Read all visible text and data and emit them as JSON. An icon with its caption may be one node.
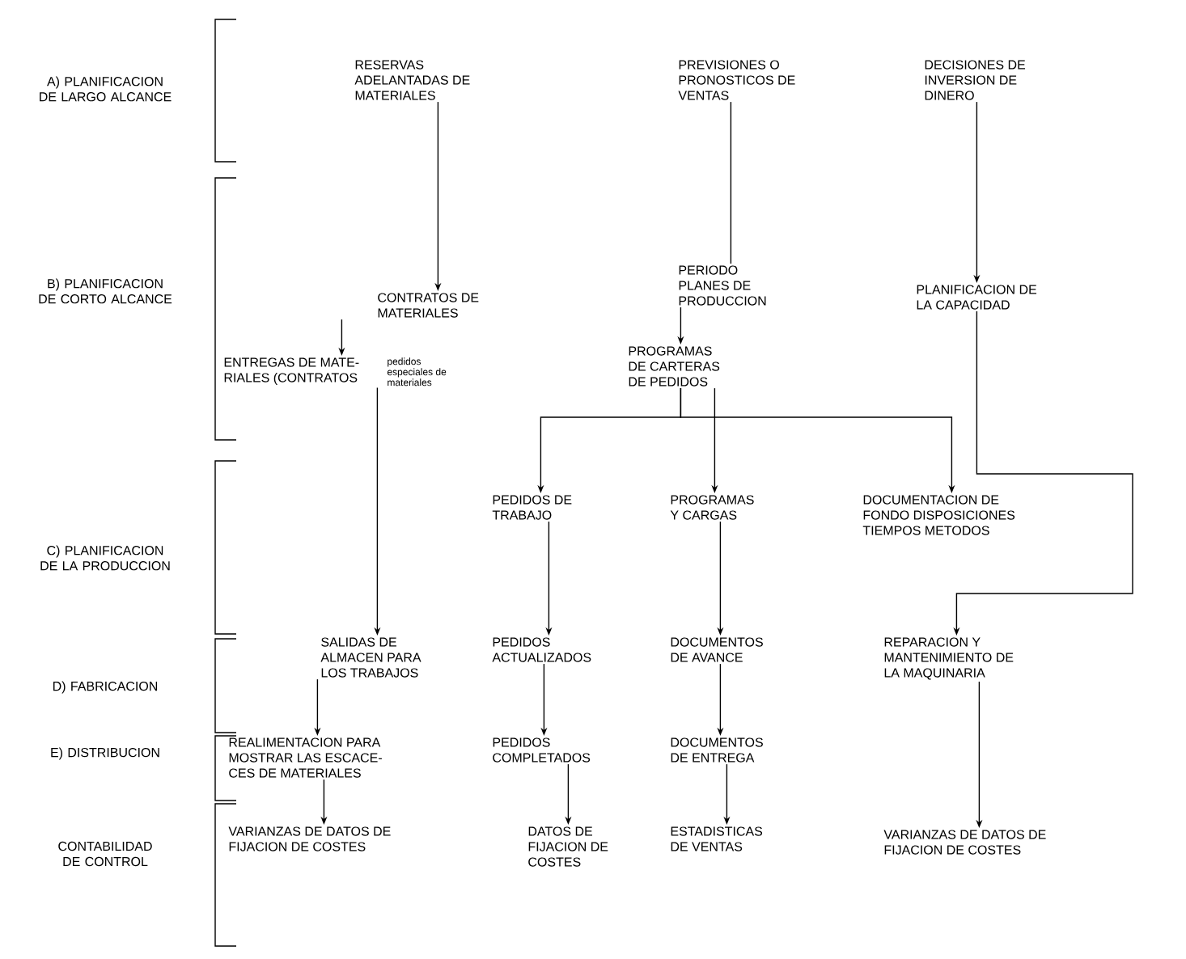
{
  "diagram": {
    "nodes": [
      {
        "text": [
          "RESERVAS ADELANTADAS DE MATERIALES"
        ]
      },
      {
        "text": [
          "PREVISIONES O PRONOSTICOS DE VENTAS"
        ]
      },
      {
        "text": [
          "DECISIONES DE INVERSION DE DINERO"
        ]
      },
      {
        "text": [
          "CONTRATOS DE MATERIALES"
        ]
      },
      {
        "text": [
          "PERIODO PLANES DE PRODUCCION"
        ]
      },
      {
        "text": [
          "PLANIFICACION DE LA CAPACIDAD"
        ]
      },
      {
        "text": [
          "ENTREGAS DE MATE- RIALES (CONTRATOS",
          "pedidos especiales de materiales"
        ]
      },
      {
        "text": [
          "PROGRAMAS DE CARTERAS DE PEDIDOS"
        ]
      },
      {
        "text": [
          "PEDIDOS DE TRABAJO"
        ]
      },
      {
        "text": [
          "PROGRAMAS Y CARGAS"
        ]
      },
      {
        "text": [
          "DOCUMENTACION DE FONDO DISPOSICIONES TIEMPOS METODOS"
        ]
      },
      {
        "text": [
          "SALIDAS DE ALMACEN PARA LOS TRABAJOS"
        ]
      },
      {
        "text": [
          "PEDIDOS ACTUALIZADOS"
        ]
      },
      {
        "text": [
          "DOCUMENTOS DE AVANCE"
        ]
      },
      {
        "text": [
          "REPARACION Y MANTENIMIENTO DE LA MAQUINARIA"
        ]
      },
      {
        "text": [
          "REALIMENTACION PARA MOSTRAR LAS ESCACE- CES DE MATERIALES"
        ]
      },
      {
        "text": [
          "PEDIDOS COMPLETADOS"
        ]
      },
      {
        "text": [
          "DOCUMENTOS DE ENTREGA"
        ]
      },
      {
        "text": [
          "VARIANZAS DE DATOS DE FIJACION DE COSTES"
        ]
      },
      {
        "text": [
          "DATOS DE FIJACION DE COSTES"
        ]
      },
      {
        "text": [
          "ESTADISTICAS DE VENTAS"
        ]
      },
      {
        "text": [
          "VARIANZAS DE DATOS DE FIJACION DE COSTES"
        ]
      }
    ],
    "edges": [
      {
        "from": 0,
        "to": 3,
        "arrow": "to"
      },
      {
        "from": 1,
        "to": 4,
        "arrow": "none"
      },
      {
        "from": 2,
        "to": 5,
        "arrow": "to"
      },
      {
        "from": 3,
        "to": 6,
        "arrow": "to"
      },
      {
        "from": 4,
        "to": 7,
        "arrow": "to"
      },
      {
        "from": 6,
        "to": 11,
        "arrow": "to"
      },
      {
        "from": 7,
        "to": 8,
        "arrow": "to"
      },
      {
        "from": 7,
        "to": 9,
        "arrow": "to"
      },
      {
        "from": 7,
        "to": 10,
        "arrow": "to"
      },
      {
        "from": 5,
        "to": 14,
        "arrow": "to"
      },
      {
        "from": 8,
        "to": 12,
        "arrow": "to"
      },
      {
        "from": 9,
        "to": 13,
        "arrow": "to"
      },
      {
        "from": 11,
        "to": 15,
        "arrow": "to"
      },
      {
        "from": 12,
        "to": 16,
        "arrow": "to"
      },
      {
        "from": 13,
        "to": 17,
        "arrow": "to"
      },
      {
        "from": 15,
        "to": 18,
        "arrow": "to"
      },
      {
        "from": 16,
        "to": 19,
        "arrow": "to"
      },
      {
        "from": 17,
        "to": 20,
        "arrow": "to"
      },
      {
        "from": 14,
        "to": 21,
        "arrow": "to"
      }
    ],
    "labels": [
      "A) PLANIFICACION DE LARGO ALCANCE",
      "B) PLANIFICACION DE CORTO ALCANCE",
      "C) PLANIFICACION DE LA PRODUCCION",
      "D) FABRICACION",
      "E) DISTRIBUCION",
      "CONTABILIDAD DE CONTROL"
    ]
  }
}
